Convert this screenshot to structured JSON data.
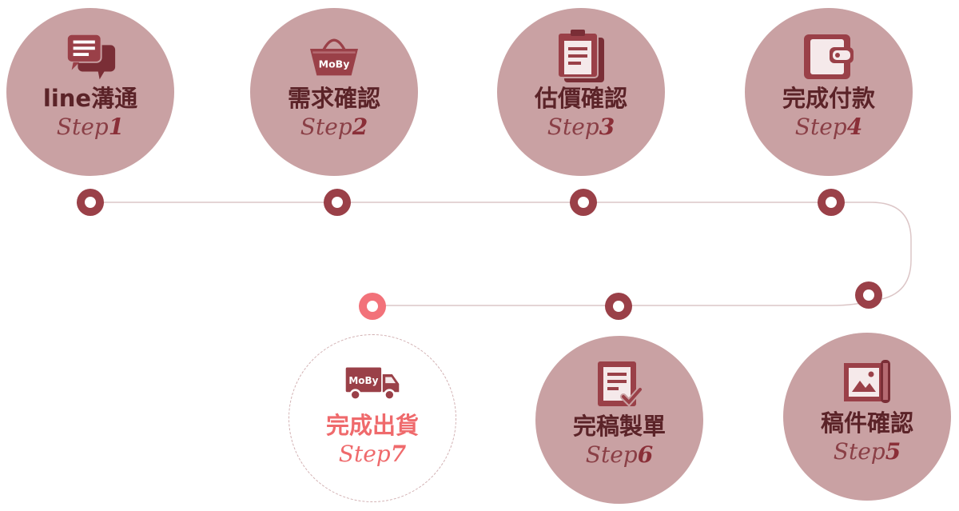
{
  "steps": [
    {
      "title": "line溝通",
      "step_word": "Step",
      "step_num": "1",
      "icon": "chat-bubbles-icon"
    },
    {
      "title": "需求確認",
      "step_word": "Step",
      "step_num": "2",
      "icon": "shopping-basket-icon",
      "icon_text": "MoBy"
    },
    {
      "title": "估價確認",
      "step_word": "Step",
      "step_num": "3",
      "icon": "clipboard-icon"
    },
    {
      "title": "完成付款",
      "step_word": "Step",
      "step_num": "4",
      "icon": "wallet-icon"
    },
    {
      "title": "稿件確認",
      "step_word": "Step",
      "step_num": "5",
      "icon": "image-scroll-icon"
    },
    {
      "title": "完稿製單",
      "step_word": "Step",
      "step_num": "6",
      "icon": "document-check-icon"
    },
    {
      "title": "完成出貨",
      "step_word": "Step",
      "step_num": "7",
      "icon": "delivery-truck-icon",
      "icon_text": "MoBy"
    }
  ],
  "colors": {
    "circle": "#c9a1a3",
    "node": "#9a4048",
    "title": "#5b2328",
    "highlight": "#ef6a6c",
    "line": "#d9c2c3"
  }
}
